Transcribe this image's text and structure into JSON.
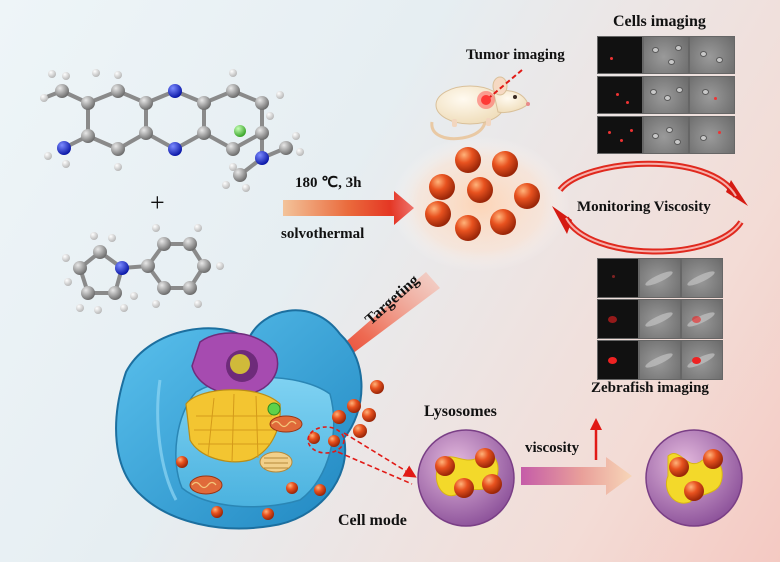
{
  "labels": {
    "cells_imaging": "Cells imaging",
    "tumor_imaging": "Tumor imaging",
    "plus_sign": "+",
    "condition_temp": "180 ℃, 3h",
    "condition_method": "solvothermal",
    "monitoring_viscosity": "Monitoring Viscosity",
    "targeting": "Targeting",
    "lysosomes": "Lysosomes",
    "viscosity": "viscosity",
    "cell_mode": "Cell mode",
    "zebrafish_imaging": "Zebrafish imaging"
  },
  "colors": {
    "nanoparticle": "#d8441a",
    "arrow_red": "#e8221c",
    "cell_blue": "#3aa3d8",
    "nucleus_purple": "#a64bb0",
    "lysosome_purple": "#a86bb0",
    "yellow": "#f3c531",
    "carbon_gray": "#9d9d9d",
    "nitrogen_blue": "#1f2fd6",
    "chlorine_green": "#5fd24a"
  }
}
